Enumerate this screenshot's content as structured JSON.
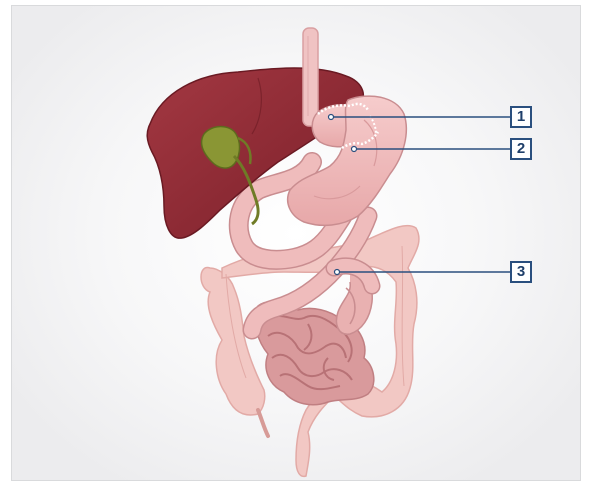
{
  "callouts": [
    {
      "label": "1"
    },
    {
      "label": "2"
    },
    {
      "label": "3"
    }
  ],
  "colors": {
    "frame_border": "#d9dadc",
    "callout_border": "#2a4f7e",
    "callout_text": "#1f3f6a",
    "leader_line": "#2a4f7e",
    "liver": "#8f2b34",
    "gallbladder": "#7d8a2c",
    "stomach": "#efb8b8",
    "intestine": "#e9b1b1",
    "colon": "#f2c8c4",
    "staple_line": "#ffffff"
  }
}
